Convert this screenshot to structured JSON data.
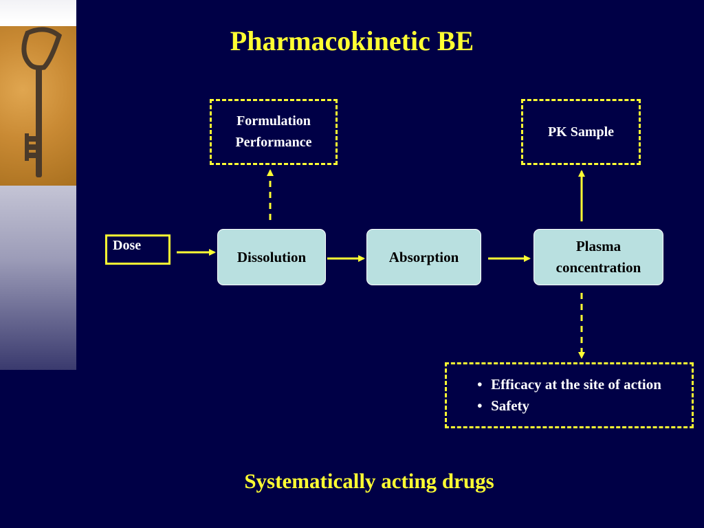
{
  "title": "Pharmacokinetic BE",
  "footer": "Systematically acting drugs",
  "colors": {
    "background": "#000046",
    "accent": "#ffff33",
    "node_fill": "#b9e0e0"
  },
  "sidebar": {
    "image": "rusty-key-photo"
  },
  "diagram": {
    "dose": "Dose",
    "dissolution": "Dissolution",
    "absorption": "Absorption",
    "plasma": [
      "Plasma",
      "concentration"
    ],
    "formulation": [
      "Formulation",
      "Performance"
    ],
    "pk_sample": "PK Sample",
    "outcomes": [
      "Efficacy at the site of action",
      "Safety"
    ]
  }
}
